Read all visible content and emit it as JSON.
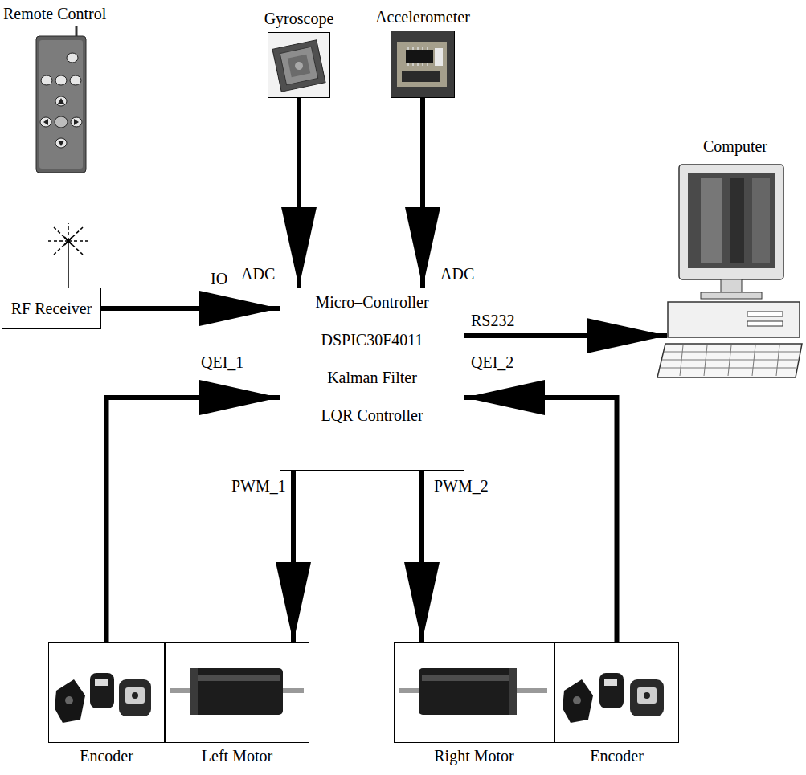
{
  "diagram": {
    "nodes": [
      {
        "text": [
          "Gyroscope"
        ]
      },
      {
        "text": [
          "Accelerometer"
        ]
      },
      {
        "text": [
          "Computer"
        ]
      },
      {
        "text": [
          "RF Receiver"
        ]
      },
      {
        "text": [
          "Micro–Controller",
          "DSPIC30F4011",
          "Kalman Filter",
          "LQR Controller"
        ]
      },
      {
        "text": [
          "Encoder"
        ]
      },
      {
        "text": [
          "Left Motor"
        ]
      },
      {
        "text": [
          "Right Motor"
        ]
      },
      {
        "text": [
          "Encoder"
        ]
      }
    ],
    "edges": [
      {
        "from": 0,
        "to": 4,
        "arrow": "to",
        "label": "ADC"
      },
      {
        "from": 1,
        "to": 4,
        "arrow": "to",
        "label": "ADC"
      },
      {
        "from": 3,
        "to": 4,
        "arrow": "to",
        "label": "IO"
      },
      {
        "from": 4,
        "to": 2,
        "arrow": "to",
        "label": "RS232"
      },
      {
        "from": 5,
        "to": 4,
        "arrow": "to",
        "label": "QEI_1"
      },
      {
        "from": 8,
        "to": 4,
        "arrow": "to",
        "label": "QEI_2"
      },
      {
        "from": 4,
        "to": 6,
        "arrow": "to",
        "label": "PWM_1"
      },
      {
        "from": 4,
        "to": 7,
        "arrow": "to",
        "label": "PWM_2"
      }
    ],
    "labels": [
      "Remote Control"
    ]
  }
}
